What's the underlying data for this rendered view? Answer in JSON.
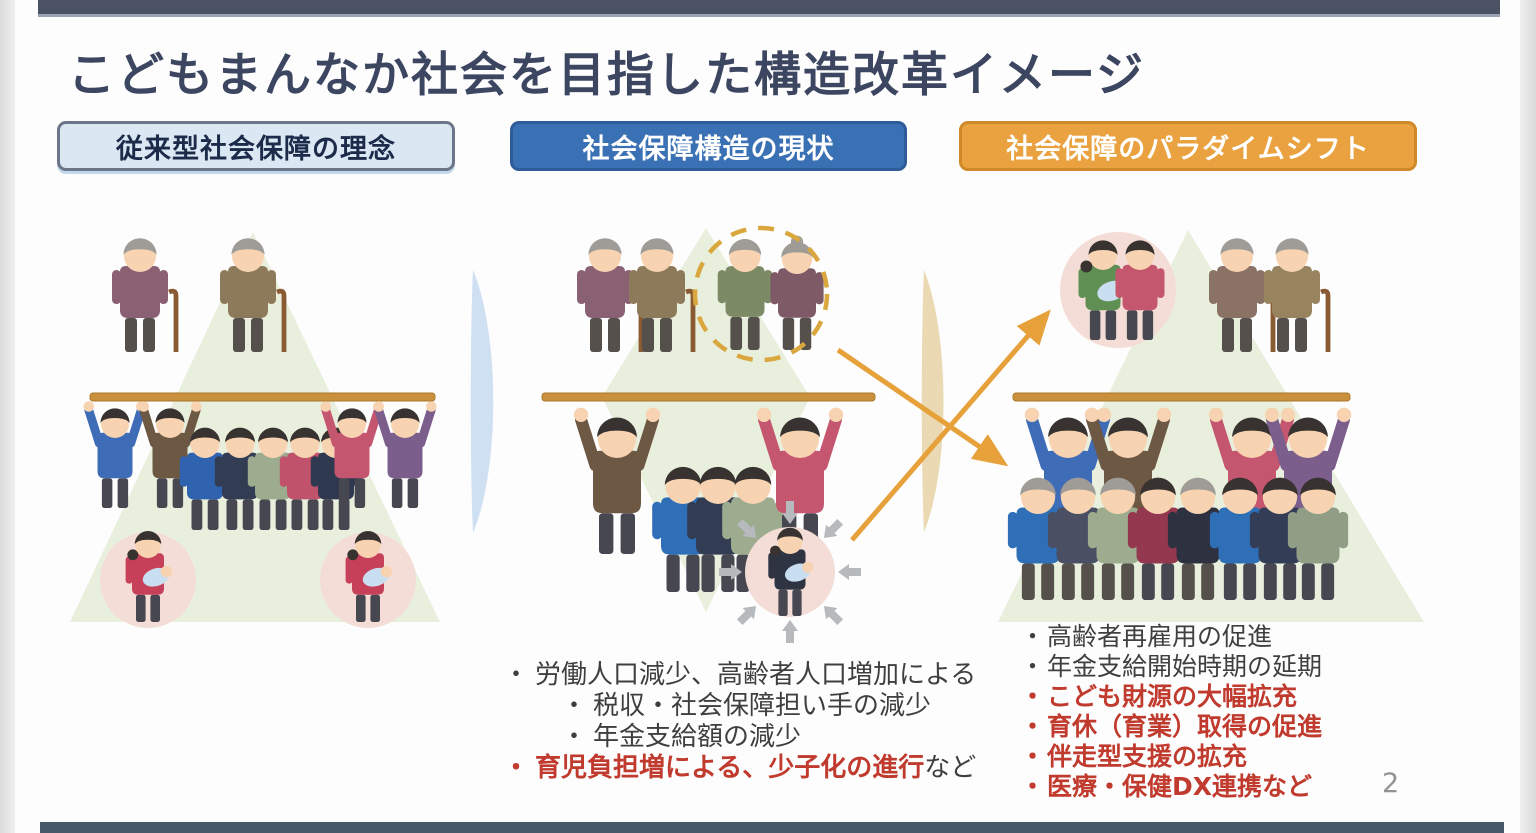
{
  "slide": {
    "title": "こどもまんなか社会を目指した構造改革イメージ",
    "page_number": "2"
  },
  "headers": {
    "left": {
      "label": "従来型社会保障の理念"
    },
    "middle": {
      "label": "社会保障構造の現状"
    },
    "right": {
      "label": "社会保障のパラダイムシフト"
    }
  },
  "bullets": {
    "marker": "・",
    "middle": {
      "items": [
        {
          "text": "労働人口減少、高齢者人口増加による"
        },
        {
          "text": "税収・社会保障担い手の減少"
        },
        {
          "text": "年金支給額の減少"
        },
        {
          "text": "育児負担増による、少子化の進行",
          "suffix": "など"
        }
      ]
    },
    "right": {
      "items": [
        {
          "text": "高齢者再雇用の促進"
        },
        {
          "text": "年金支給開始時期の延期"
        },
        {
          "text": "こども財源の大幅拡充"
        },
        {
          "text": "育休（育業）取得の促進"
        },
        {
          "text": "伴走型支援の拡充"
        },
        {
          "text": "医療・保健DX連携など"
        }
      ]
    }
  },
  "icons": {
    "left_panel": "population-pyramid-icon",
    "middle_panel": "inverted-population-diamond-icon",
    "right_panel": "reformed-pyramid-icon",
    "elderly": "elderly-person-icon",
    "worker": "worker-person-icon",
    "mother": "mother-with-baby-icon",
    "family": "family-with-baby-icon",
    "pressure": "pressure-arrows-icon",
    "highlight": "dashed-highlight-circle",
    "shift": "shift-arrow"
  },
  "colors": {
    "top_bar": "#4a5264",
    "bottom_bar": "#46586a",
    "title_text": "#3d4660",
    "header_left_bg": "#dbe7f3",
    "header_middle_bg": "#3a70b4",
    "header_right_bg": "#e9a23f",
    "pyramid_green": "#e9efdd",
    "support_bar": "#c9913d",
    "highlight_dash": "#d9a73e",
    "shift_arrow": "#e7a13b",
    "mother_circle": "#f4ddd6",
    "transition_blue": "#cfe0f2",
    "transition_tan": "#ead9b2",
    "emphasis_red": "#c13a2e",
    "body_text": "#3f3f3f"
  }
}
